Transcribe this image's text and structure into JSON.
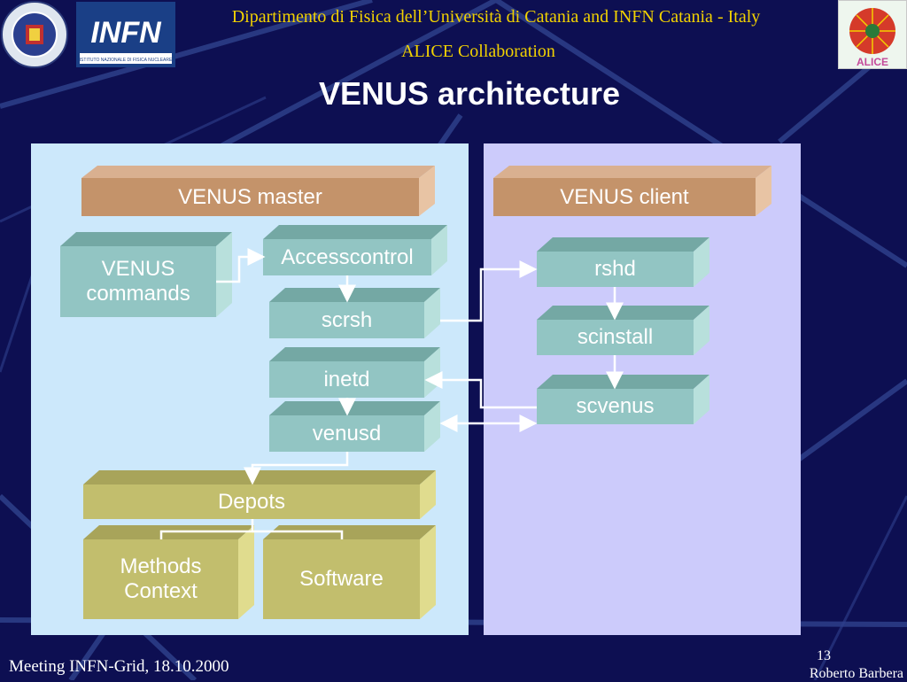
{
  "header": {
    "institution_line": "Dipartimento di Fisica dell’Università di Catania and INFN Catania - Italy",
    "collaboration": "ALICE Collaboration",
    "logo_infn_text": "INFN",
    "logo_infn_subtext": "ISTITUTO NAZIONALE DI FISICA NUCLEARE",
    "logo_alice_text": "ALICE"
  },
  "slide": {
    "title": "VENUS architecture"
  },
  "diagram": {
    "master_label": "VENUS master",
    "client_label": "VENUS client",
    "nodes": {
      "venus_commands": "VENUS\ncommands",
      "accesscontrol": "Accesscontrol",
      "scrsh": "scrsh",
      "inetd": "inetd",
      "venusd": "venusd",
      "depots": "Depots",
      "methods_context": "Methods\nContext",
      "software": "Software",
      "rshd": "rshd",
      "scinstall": "scinstall",
      "scvenus": "scvenus"
    }
  },
  "footer": {
    "meeting": "Meeting INFN-Grid, 18.10.2000",
    "page_number": "13",
    "author": "Roberto Barbera"
  },
  "colors": {
    "background": "#0d0f52",
    "header_text": "#f2d200",
    "master_panel": "#cce8fb",
    "client_panel": "#cccbfb",
    "header_box": "#c4936a",
    "process_box": "#92c5c3",
    "storage_box": "#c2be6d"
  }
}
